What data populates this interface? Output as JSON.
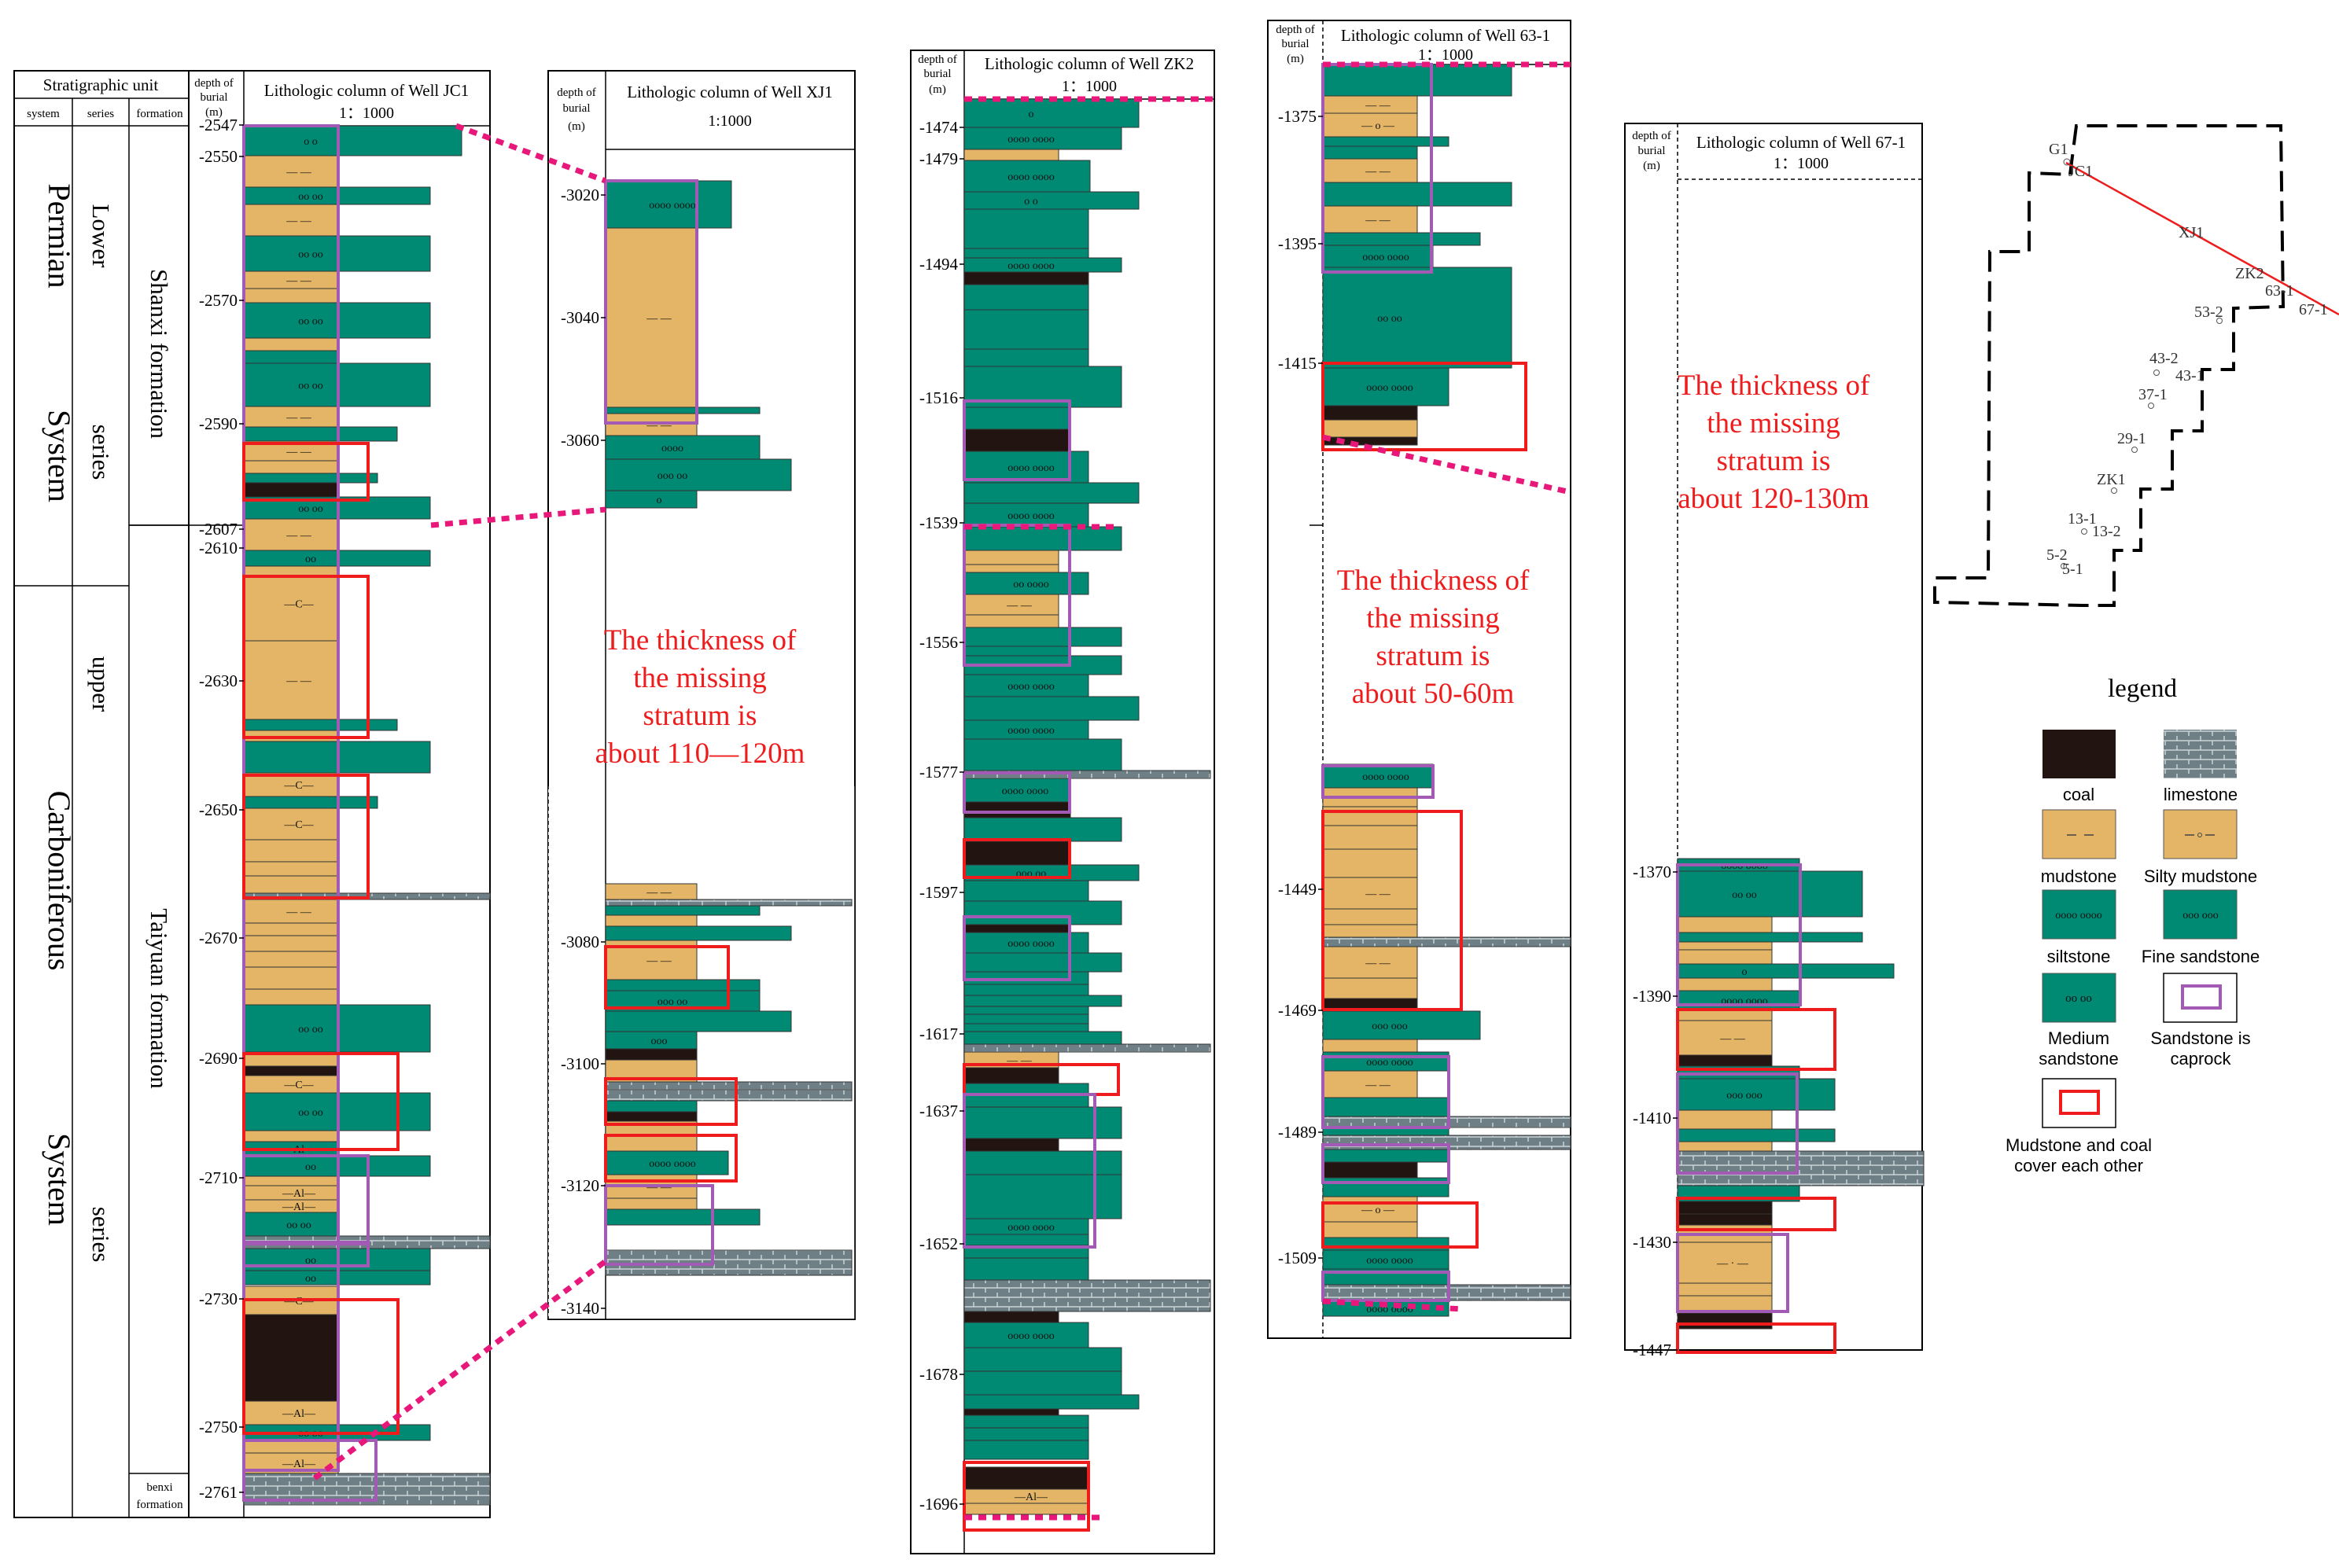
{
  "colors": {
    "green": "#008a74",
    "tan": "#e4b566",
    "coal": "#221410",
    "limestone": "#6e7f85",
    "caprock_outline": "#a25ab4",
    "cover_outline": "#ee1c1c",
    "correlation_line": "#e8187a"
  },
  "stratigraphy": {
    "header": "Stratigraphic unit",
    "col_system": "system",
    "col_series": "series",
    "col_formation": "formation",
    "system_permian": "Permian",
    "system_permian_2": "System",
    "system_carboniferous": "Carboniferous",
    "system_carboniferous_2": "System",
    "series_lower": "Lower",
    "series_lower_2": "series",
    "series_upper": "upper",
    "series_upper_2": "series",
    "formation_shanxi": "Shanxi formation",
    "formation_taiyuan": "Taiyuan formation",
    "formation_benxi_1": "benxi",
    "formation_benxi_2": "formation"
  },
  "depth_header": {
    "l1": "depth of",
    "l2": "burial",
    "l3": "(m)"
  },
  "wells": [
    {
      "id": "jc1",
      "title": "Lithologic column of Well JC1",
      "scale": "1：1000",
      "depths": [
        "2547",
        "2550",
        "2570",
        "2590",
        "2607",
        "2610",
        "2630",
        "2650",
        "2670",
        "2690",
        "2710",
        "2730",
        "2750",
        "2761"
      ]
    },
    {
      "id": "xj1",
      "title": "Lithologic column of Well XJ1",
      "scale": "1:1000",
      "depths": [
        "3020",
        "3040",
        "3060",
        "3080",
        "3100",
        "3120",
        "3140"
      ]
    },
    {
      "id": "zk2",
      "title": "Lithologic column of Well ZK2",
      "scale": "1：1000",
      "depths": [
        "1474",
        "1479",
        "1494",
        "1516",
        "1539",
        "1556",
        "1577",
        "1597",
        "1617",
        "1637",
        "1652",
        "1678",
        "1696"
      ]
    },
    {
      "id": "w631",
      "title": "Lithologic column of Well 63-1",
      "scale": "1：1000",
      "depths": [
        "1375",
        "1395",
        "1415",
        "1449",
        "1469",
        "1489",
        "1509"
      ]
    },
    {
      "id": "w671",
      "title": "Lithologic column of Well 67-1",
      "scale": "1：1000",
      "depths": [
        "1370",
        "1390",
        "1410",
        "1430",
        "1447"
      ]
    }
  ],
  "annotations": {
    "xj1": [
      "The thickness of",
      "the missing",
      "stratum is",
      "about 110—120m"
    ],
    "w631": [
      "The thickness of",
      "the missing",
      "stratum is",
      "about 50-60m"
    ],
    "w671": [
      "The thickness of",
      "the missing",
      "stratum is",
      "about 120-130m"
    ]
  },
  "map": {
    "labels": [
      "G1",
      "JC1",
      "XJ1",
      "ZK2",
      "63-1",
      "67-1",
      "53-2",
      "43-2",
      "43-1",
      "37-1",
      "29-1",
      "ZK1",
      "13-1",
      "13-2",
      "5-2",
      "5-1"
    ]
  },
  "legend": {
    "title": "legend",
    "items": [
      {
        "label": "coal",
        "icon": "coal-swatch"
      },
      {
        "label": "limestone",
        "icon": "limestone-swatch"
      },
      {
        "label": "mudstone",
        "icon": "mudstone-swatch"
      },
      {
        "label": "Silty mudstone",
        "icon": "silty-mudstone-swatch"
      },
      {
        "label": "siltstone",
        "icon": "siltstone-swatch"
      },
      {
        "label": "Fine sandstone",
        "icon": "fine-sandstone-swatch"
      },
      {
        "label": "Medium",
        "label2": "sandstone",
        "icon": "medium-sandstone-swatch"
      },
      {
        "label": "Sandstone is",
        "label2": "caprock",
        "icon": "caprock-outline-swatch"
      },
      {
        "label": "Mudstone and coal",
        "label2": "cover each other",
        "icon": "cover-outline-swatch"
      }
    ]
  }
}
